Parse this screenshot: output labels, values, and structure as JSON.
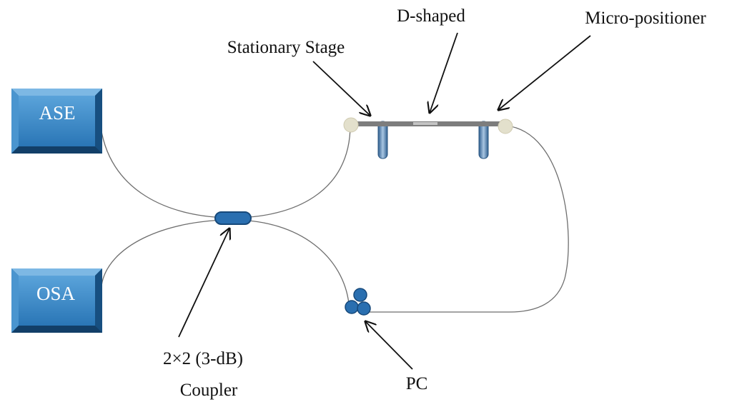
{
  "devices": {
    "ase": "ASE",
    "osa": "OSA"
  },
  "labels": {
    "d_shaped": "D-shaped",
    "micro_positioner": "Micro-positioner",
    "stationary_stage": "Stationary Stage",
    "coupler_line1": "2×2 (3-dB)",
    "coupler_line2": "Coupler",
    "pc": "PC"
  },
  "colors": {
    "box_fill": "#2e7fbf",
    "box_dark": "#1a5c93",
    "box_light": "#63a8dc",
    "component_blue": "#1f5f9e",
    "fiber": "#6e6e6e",
    "stage_bar": "#7d7d7d",
    "stage_end": "#e3e0cc"
  }
}
